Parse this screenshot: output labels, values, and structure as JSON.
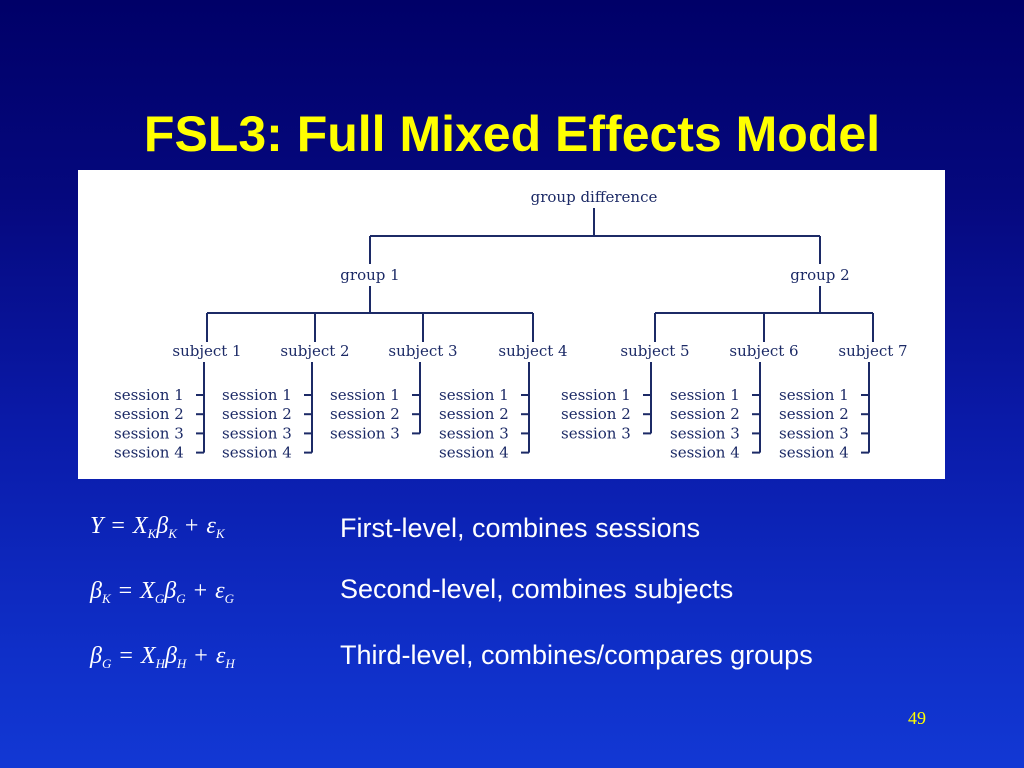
{
  "title": "FSL3: Full Mixed Effects Model",
  "tree": {
    "root": "group difference",
    "groups": [
      {
        "label": "group 1",
        "subjects": [
          {
            "label": "subject 1",
            "sessions": [
              "session 1",
              "session 2",
              "session 3",
              "session 4"
            ]
          },
          {
            "label": "subject 2",
            "sessions": [
              "session 1",
              "session 2",
              "session 3",
              "session 4"
            ]
          },
          {
            "label": "subject 3",
            "sessions": [
              "session 1",
              "session 2",
              "session 3"
            ]
          },
          {
            "label": "subject 4",
            "sessions": [
              "session 1",
              "session 2",
              "session 3",
              "session 4"
            ]
          }
        ]
      },
      {
        "label": "group 2",
        "subjects": [
          {
            "label": "subject 5",
            "sessions": [
              "session 1",
              "session 2",
              "session 3"
            ]
          },
          {
            "label": "subject 6",
            "sessions": [
              "session 1",
              "session 2",
              "session 3",
              "session 4"
            ]
          },
          {
            "label": "subject 7",
            "sessions": [
              "session 1",
              "session 2",
              "session 3",
              "session 4"
            ]
          }
        ]
      }
    ]
  },
  "equations": [
    {
      "lhs": "Y",
      "lhs_sub": "",
      "x_sub": "K",
      "beta_sub": "K",
      "eps_sub": "K",
      "description": "First-level, combines sessions"
    },
    {
      "lhs": "β",
      "lhs_sub": "K",
      "x_sub": "G",
      "beta_sub": "G",
      "eps_sub": "G",
      "description": "Second-level, combines subjects"
    },
    {
      "lhs": "β",
      "lhs_sub": "G",
      "x_sub": "H",
      "beta_sub": "H",
      "eps_sub": "H",
      "description": "Third-level, combines/compares groups"
    }
  ],
  "page_number": "49",
  "colors": {
    "title": "#ffff00",
    "text": "#ffffff",
    "diagram_ink": "#1c2a66",
    "panel": "#ffffff"
  }
}
